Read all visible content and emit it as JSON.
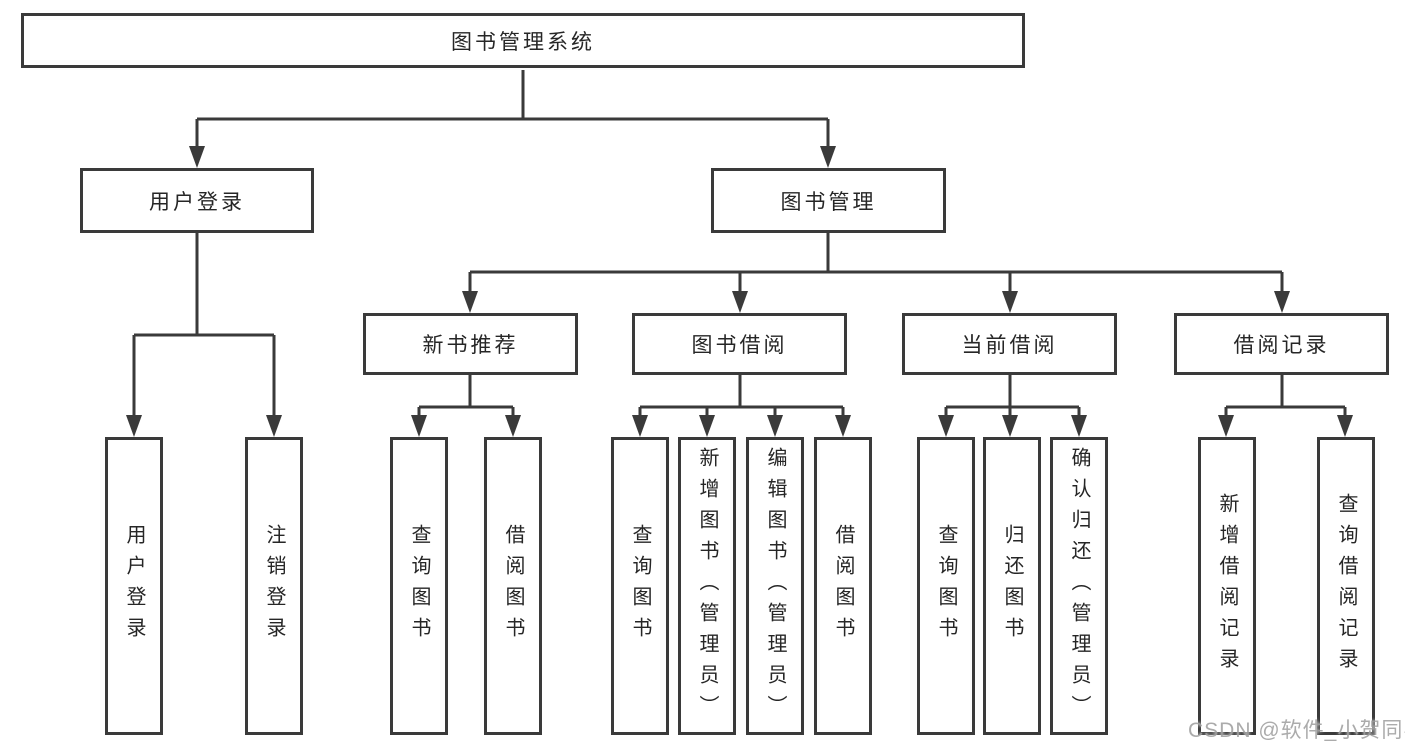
{
  "colors": {
    "line": "#3a3a3a",
    "text": "#262626",
    "watermark": "#a3a3a3",
    "background": "#ffffff"
  },
  "nodes": {
    "root": {
      "label": "图书管理系统"
    },
    "level1": [
      {
        "label": "用户登录"
      },
      {
        "label": "图书管理"
      }
    ],
    "level2": [
      {
        "label": "新书推荐"
      },
      {
        "label": "图书借阅"
      },
      {
        "label": "当前借阅"
      },
      {
        "label": "借阅记录"
      }
    ],
    "leaves": {
      "user_login": [
        {
          "label": "用户登录"
        },
        {
          "label": "注销登录"
        }
      ],
      "new_books": [
        {
          "label": "查询图书"
        },
        {
          "label": "借阅图书"
        }
      ],
      "book_borrow": [
        {
          "label": "查询图书"
        },
        {
          "label": "新增图书（管理员）"
        },
        {
          "label": "编辑图书（管理员）"
        },
        {
          "label": "借阅图书"
        }
      ],
      "current_borrow": [
        {
          "label": "查询图书"
        },
        {
          "label": "归还图书"
        },
        {
          "label": "确认归还（管理员）"
        }
      ],
      "borrow_records": [
        {
          "label": "新增借阅记录"
        },
        {
          "label": "查询借阅记录"
        }
      ]
    }
  },
  "watermark": "CSDN @软件_小贺同学"
}
